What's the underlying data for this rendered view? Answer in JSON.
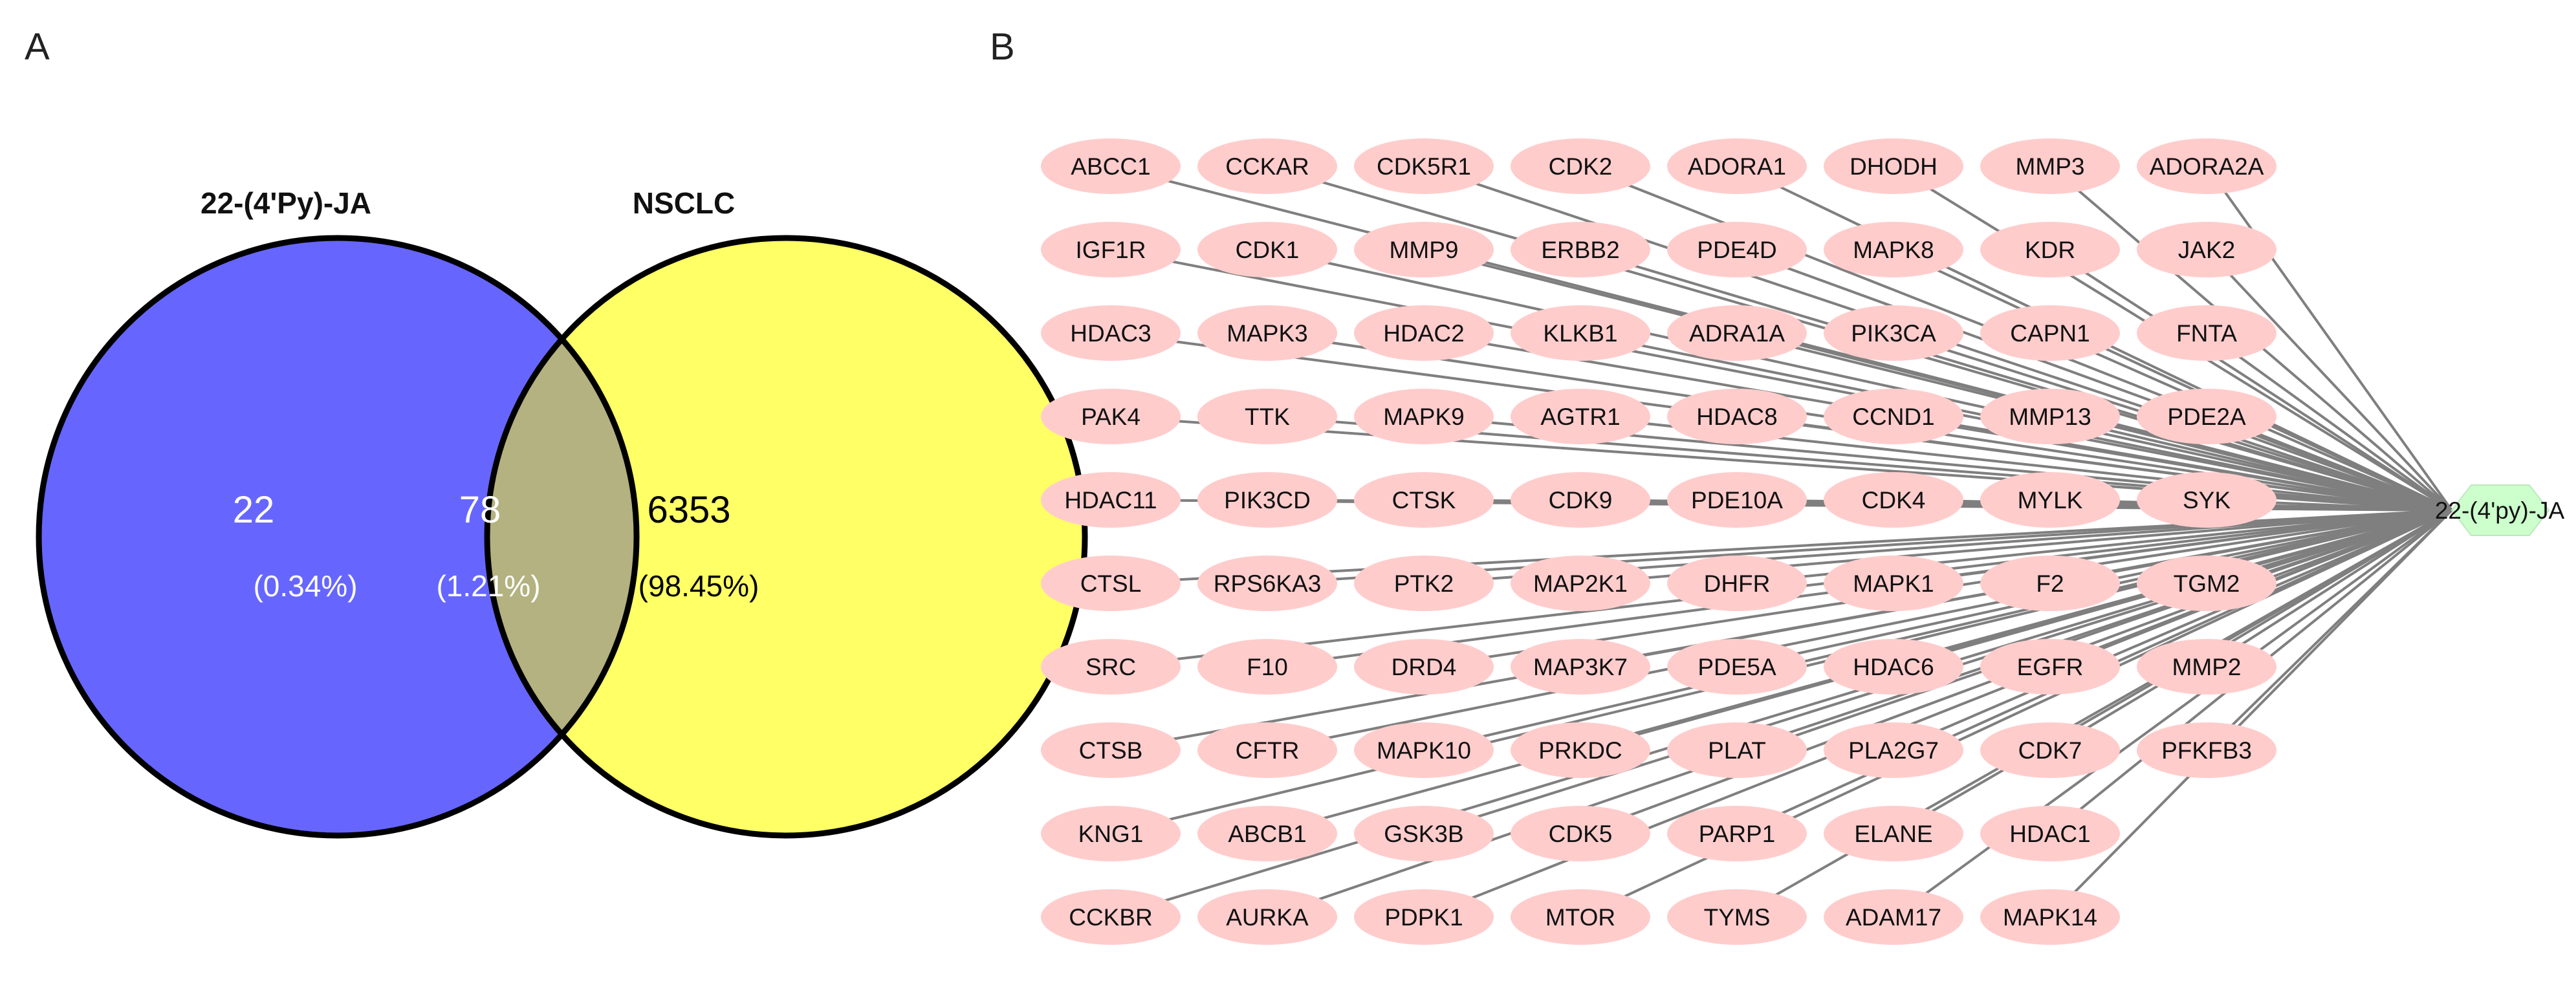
{
  "panel_a": {
    "label": "A",
    "sets": [
      {
        "name": "22-(4'Py)-JA",
        "color": "#6666ff"
      },
      {
        "name": "NSCLC",
        "color": "#ffff66"
      }
    ],
    "intersection_color": "#b3b280",
    "regions": [
      {
        "count": "22",
        "percent": "(0.34%)",
        "text_color": "#ffffff"
      },
      {
        "count": "78",
        "percent": "(1.21%)",
        "text_color": "#ffffff"
      },
      {
        "count": "6353",
        "percent": "(98.45%)",
        "text_color": "#000000"
      }
    ]
  },
  "panel_b": {
    "label": "B",
    "hub": {
      "name": "22-(4'py)-JA",
      "color": "#ccffcc"
    },
    "node_color": "#ffcccc",
    "edge_color": "#7f7f7f",
    "gene_rows": [
      [
        "ABCC1",
        "CCKAR",
        "CDK5R1",
        "CDK2",
        "ADORA1",
        "DHODH",
        "MMP3",
        "ADORA2A"
      ],
      [
        "IGF1R",
        "CDK1",
        "MMP9",
        "ERBB2",
        "PDE4D",
        "MAPK8",
        "KDR",
        "JAK2"
      ],
      [
        "HDAC3",
        "MAPK3",
        "HDAC2",
        "KLKB1",
        "ADRA1A",
        "PIK3CA",
        "CAPN1",
        "FNTA"
      ],
      [
        "PAK4",
        "TTK",
        "MAPK9",
        "AGTR1",
        "HDAC8",
        "CCND1",
        "MMP13",
        "PDE2A"
      ],
      [
        "HDAC11",
        "PIK3CD",
        "CTSK",
        "CDK9",
        "PDE10A",
        "CDK4",
        "MYLK",
        "SYK"
      ],
      [
        "CTSL",
        "RPS6KA3",
        "PTK2",
        "MAP2K1",
        "DHFR",
        "MAPK1",
        "F2",
        "TGM2"
      ],
      [
        "SRC",
        "F10",
        "DRD4",
        "MAP3K7",
        "PDE5A",
        "HDAC6",
        "EGFR",
        "MMP2"
      ],
      [
        "CTSB",
        "CFTR",
        "MAPK10",
        "PRKDC",
        "PLAT",
        "PLA2G7",
        "CDK7",
        "PFKFB3"
      ],
      [
        "KNG1",
        "ABCB1",
        "GSK3B",
        "CDK5",
        "PARP1",
        "ELANE",
        "HDAC1"
      ],
      [
        "CCKBR",
        "AURKA",
        "PDPK1",
        "MTOR",
        "TYMS",
        "ADAM17",
        "MAPK14"
      ]
    ]
  }
}
